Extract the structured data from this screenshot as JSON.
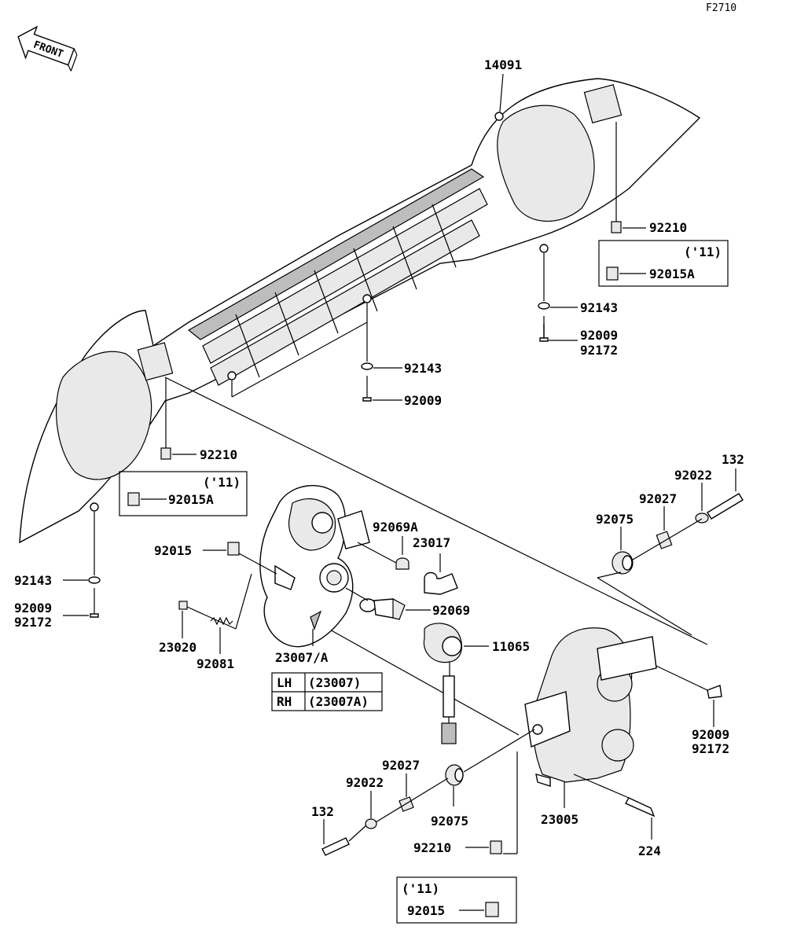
{
  "figure_code": "F2710",
  "front_label": "FRONT",
  "labels": {
    "p14091": "14091",
    "p92210_r": "92210",
    "p11_r": "('11)",
    "p92015A_r": "92015A",
    "p92143_r": "92143",
    "p92009_r": "92009",
    "p92172_r": "92172",
    "p92143_c": "92143",
    "p92009_c": "92009",
    "p92210_l": "92210",
    "p11_l": "('11)",
    "p92015A_l": "92015A",
    "p92143_l": "92143",
    "p92009_l": "92009",
    "p92172_l": "92172",
    "p92015": "92015",
    "p92069A": "92069A",
    "p23017": "23017",
    "p92069": "92069",
    "p11065": "11065",
    "p23020": "23020",
    "p92081": "92081",
    "p23007A": "23007/A",
    "p132_r": "132",
    "p92022_r": "92022",
    "p92027_r": "92027",
    "p92075_r": "92075",
    "p92009_rr": "92009",
    "p92172_rr": "92172",
    "p92027_b": "92027",
    "p92022_b": "92022",
    "p132_b": "132",
    "p92075_b": "92075",
    "p23005": "23005",
    "p224": "224",
    "p92210_b": "92210",
    "p11_b": "('11)",
    "p92015_b": "92015"
  },
  "lhrh_table": [
    {
      "side": "LH",
      "code": "(23007)"
    },
    {
      "side": "RH",
      "code": "(23007A)"
    }
  ]
}
